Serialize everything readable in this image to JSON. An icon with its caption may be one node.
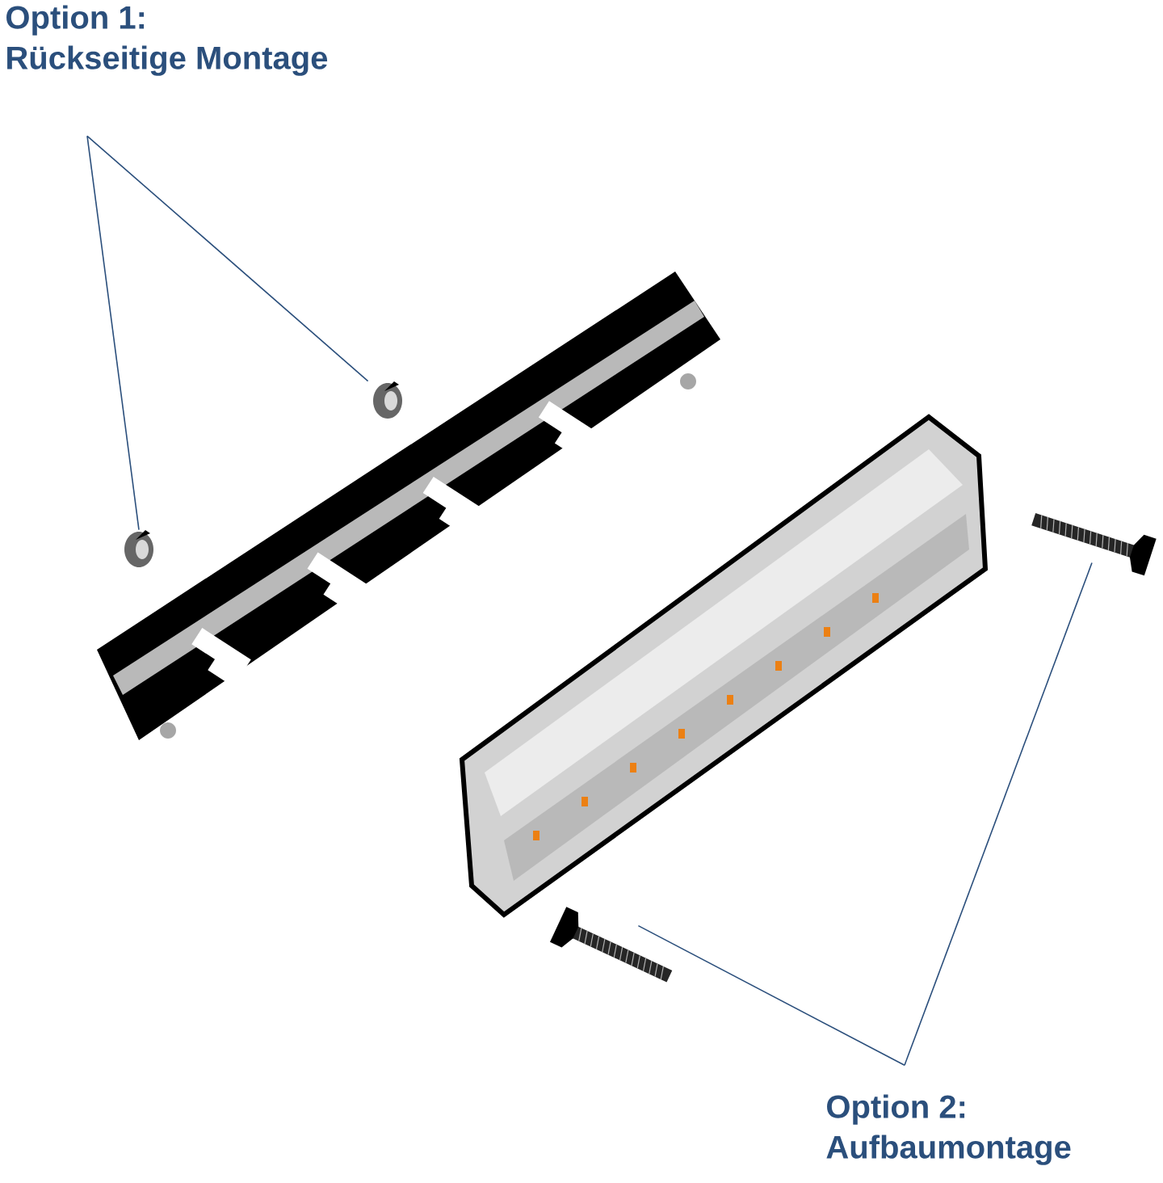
{
  "diagram": {
    "nodes": [
      {
        "text": [
          "Option 1:",
          "Rückseitige Montage"
        ]
      },
      {
        "text": [],
        "shape": "picture"
      },
      {
        "text": [],
        "shape": "picture"
      },
      {
        "text": [
          "Option 2:",
          "Aufbaumontage"
        ]
      },
      {
        "text": [],
        "shape": "picture"
      },
      {
        "text": [],
        "shape": "picture"
      }
    ],
    "edges": [
      {
        "from": 0,
        "to": 1,
        "arrow": "none"
      },
      {
        "from": 0,
        "to": 2,
        "arrow": "none"
      },
      {
        "from": 3,
        "to": 4,
        "arrow": "none"
      },
      {
        "from": 3,
        "to": 5,
        "arrow": "none"
      }
    ]
  }
}
